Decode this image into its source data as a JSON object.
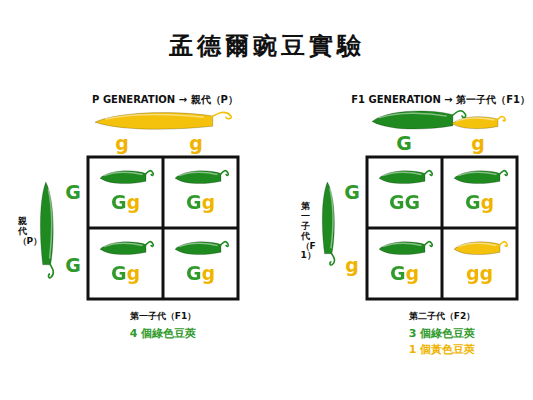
{
  "diagram": {
    "title": "孟德爾豌豆實驗",
    "nodes": [
      {
        "text": [
          "Gg"
        ]
      },
      {
        "text": [
          "Gg"
        ]
      },
      {
        "text": [
          "Gg"
        ]
      },
      {
        "text": [
          "Gg"
        ]
      },
      {
        "text": [
          "GG"
        ]
      },
      {
        "text": [
          "Gg"
        ]
      },
      {
        "text": [
          "Gg"
        ]
      },
      {
        "text": [
          "gg"
        ]
      }
    ],
    "labels": [
      "P GENERATION → 親代（P）",
      "g",
      "g",
      "G",
      "G",
      "親代（P）",
      "第一子代（F1）",
      "4 個綠色豆莢",
      "F1 GENERATION → 第一子代（F1）",
      "G",
      "g",
      "G",
      "g",
      "第一子代（F1）",
      "第二子代（F2）",
      "3 個綠色豆莢",
      "1 個黃色豆莢"
    ]
  }
}
